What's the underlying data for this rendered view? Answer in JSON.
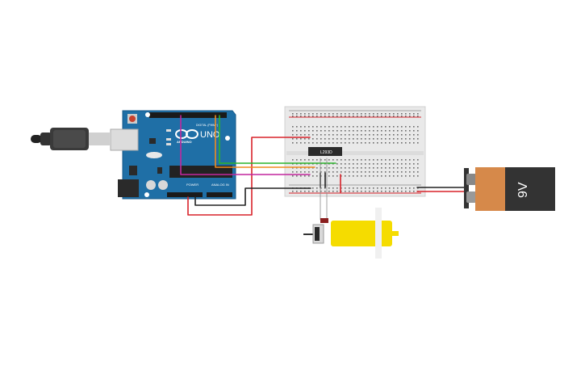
{
  "arduino": {
    "logo_text": "ARDUINO",
    "model_text": "UNO",
    "digital_header_label": "DIGITAL (PWM~)",
    "power_header_label": "POWER",
    "analog_header_label": "ANALOG IN"
  },
  "driver_chip": {
    "label": "L293D"
  },
  "battery": {
    "label": "9V"
  },
  "colors": {
    "board_blue": "#1f6fa6",
    "breadboard": "#e9e9e9",
    "wire_red": "#d8232a",
    "wire_black": "#222222",
    "wire_green": "#2bb32b",
    "wire_orange": "#f08c1e",
    "wire_magenta": "#c2279e",
    "motor_yellow": "#f5dc00",
    "battery_orange": "#d6894a",
    "battery_dark": "#333333"
  }
}
